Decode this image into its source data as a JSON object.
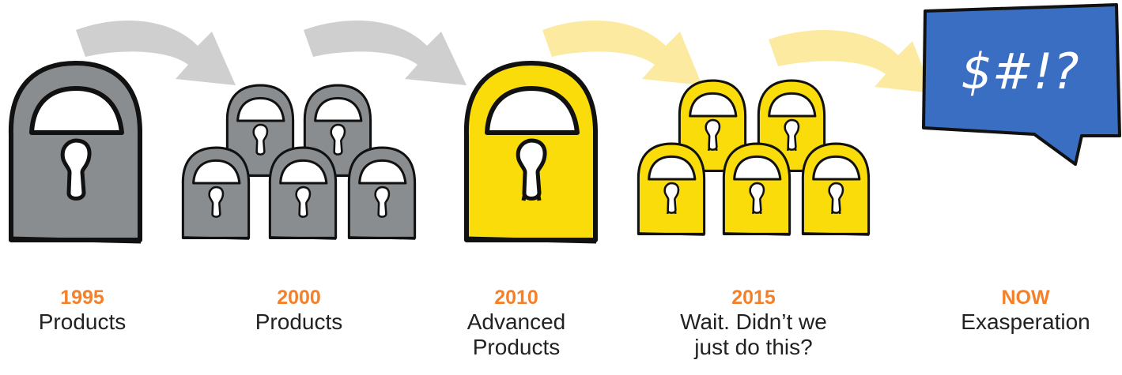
{
  "timeline": [
    {
      "year": "1995",
      "desc_lines": [
        "Products"
      ]
    },
    {
      "year": "2000",
      "desc_lines": [
        "Products"
      ]
    },
    {
      "year": "2010",
      "desc_lines": [
        "Advanced",
        "Products"
      ]
    },
    {
      "year": "2015",
      "desc_lines": [
        "Wait. Didn’t we",
        "just do this?"
      ]
    },
    {
      "year": "NOW",
      "desc_lines": [
        "Exasperation"
      ]
    }
  ],
  "bubble": {
    "text": "$#!?"
  },
  "colors": {
    "gray_lock": "#8a8d90",
    "yellow_lock": "#f9dc0a",
    "gray_arrow": "#cfcfcf",
    "yellow_arrow": "#fbeaa0",
    "bubble": "#3a6ec2",
    "accent": "#f4812a",
    "outline": "#111111"
  },
  "icons": [
    "padlock-icon",
    "curved-arrow-icon",
    "speech-bubble-icon"
  ]
}
